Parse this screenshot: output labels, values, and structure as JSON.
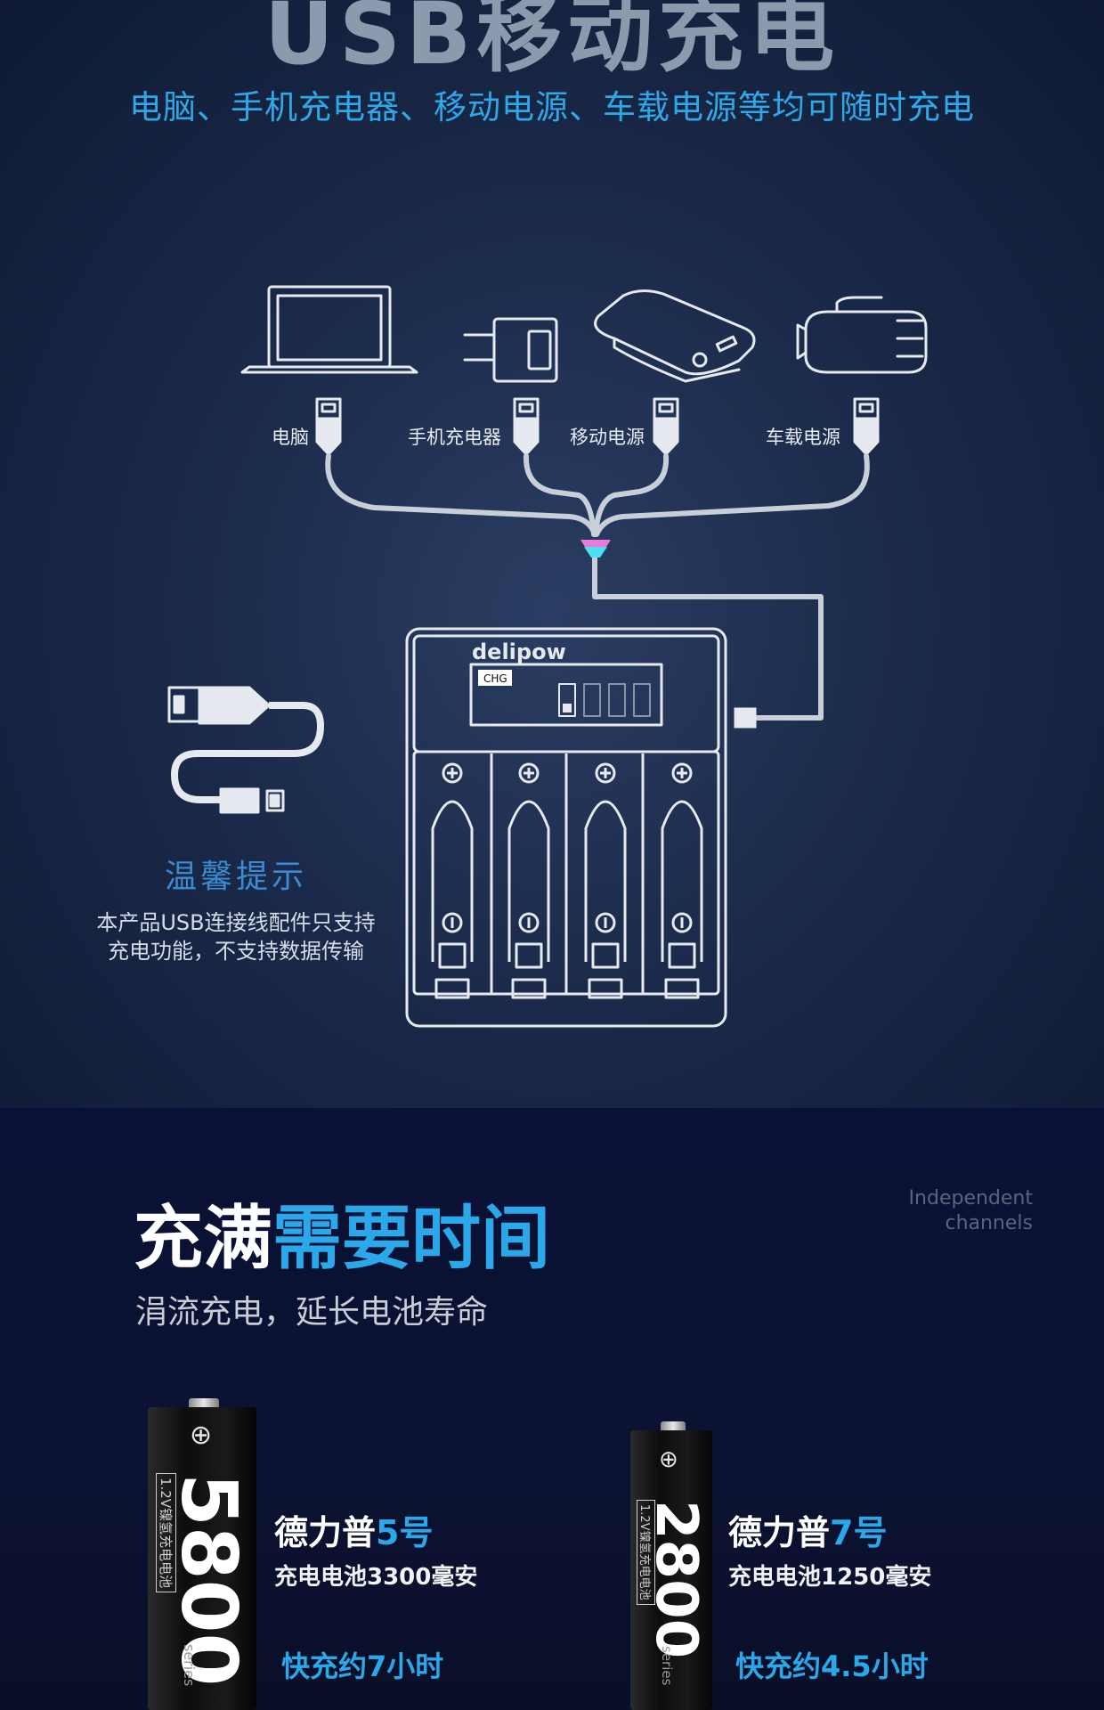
{
  "top": {
    "title": "USB移动充电",
    "subtitle": "电脑、手机充电器、移动电源、车载电源等均可随时充电",
    "sources": [
      {
        "label": "电脑",
        "icon": "laptop-icon"
      },
      {
        "label": "手机充电器",
        "icon": "wall-adapter-icon"
      },
      {
        "label": "移动电源",
        "icon": "power-bank-icon"
      },
      {
        "label": "车载电源",
        "icon": "car-charger-icon"
      }
    ],
    "charger": {
      "brand": "delipow",
      "display_label": "CHG"
    },
    "tip": {
      "title": "温馨提示",
      "line1": "本产品USB连接线配件只支持",
      "line2": "充电功能，不支持数据传输"
    }
  },
  "bottom": {
    "heading_white": "充满",
    "heading_blue": "需要时间",
    "independent_line1": "Independent",
    "independent_line2": "channels",
    "subheading": "涓流充电，延长电池寿命",
    "products": [
      {
        "battery_number": "5800",
        "battery_spec": "1.2V镍氢充电电池",
        "battery_series": "series",
        "name_white": "德力普",
        "name_blue": "5号",
        "desc": "充电电池3300毫安",
        "time": "快充约7小时"
      },
      {
        "battery_number": "2800",
        "battery_spec": "1.2V镍氢充电电池",
        "battery_series": "series",
        "name_white": "德力普",
        "name_blue": "7号",
        "desc": "充电电池1250毫安",
        "time": "快充约4.5小时"
      }
    ]
  },
  "colors": {
    "accent": "#2aa8ea",
    "top_background": "#1b2a4a",
    "bottom_background": "#0a1136"
  }
}
